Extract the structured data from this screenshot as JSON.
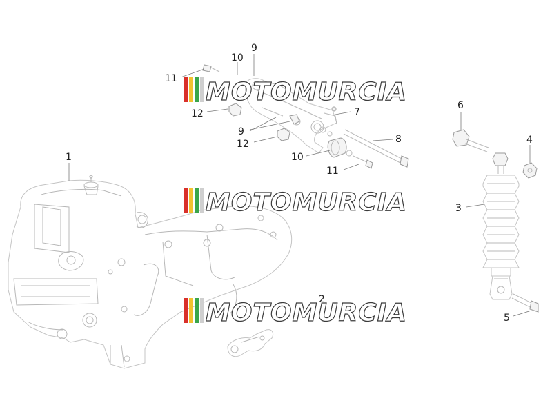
{
  "watermark": {
    "text": "MOTOMURCIA",
    "colors": [
      "#d9302a",
      "#f2c230",
      "#3aa64a",
      "#cfcfcf"
    ]
  },
  "labels": {
    "p1": "1",
    "p2": "2",
    "p3": "3",
    "p4": "4",
    "p5": "5",
    "p6": "6",
    "p7": "7",
    "p8": "8",
    "p9a": "9",
    "p9b": "9",
    "p10a": "10",
    "p10b": "10",
    "p11a": "11",
    "p11b": "11",
    "p12a": "12",
    "p12b": "12"
  }
}
